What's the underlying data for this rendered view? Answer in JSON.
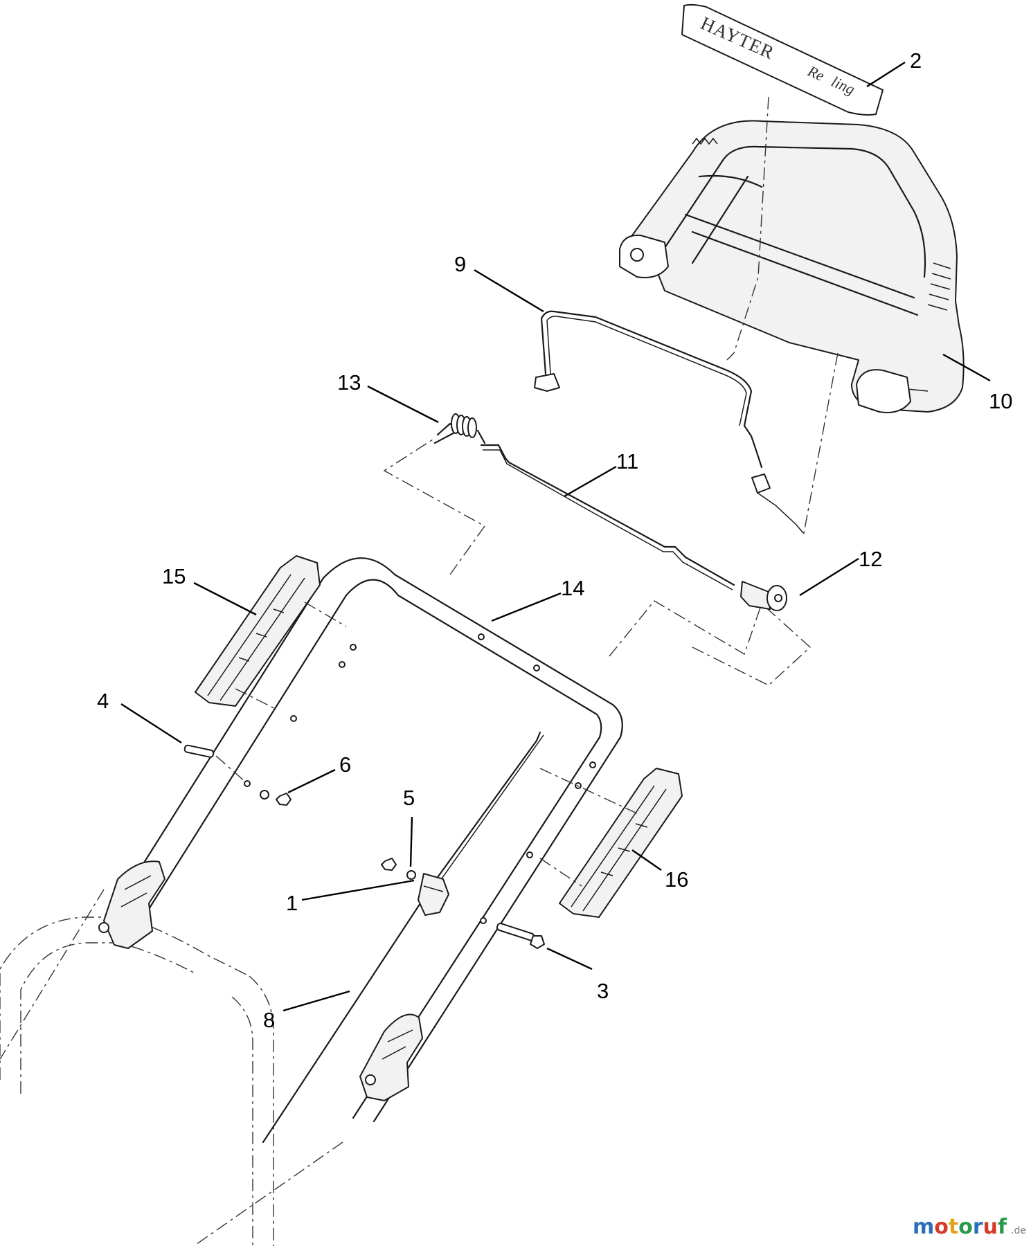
{
  "callouts": [
    {
      "id": "1",
      "label": "1"
    },
    {
      "id": "2",
      "label": "2"
    },
    {
      "id": "3",
      "label": "3"
    },
    {
      "id": "4",
      "label": "4"
    },
    {
      "id": "5",
      "label": "5"
    },
    {
      "id": "6",
      "label": "6"
    },
    {
      "id": "8",
      "label": "8"
    },
    {
      "id": "9",
      "label": "9"
    },
    {
      "id": "10",
      "label": "10"
    },
    {
      "id": "11",
      "label": "11"
    },
    {
      "id": "12",
      "label": "12"
    },
    {
      "id": "13",
      "label": "13"
    },
    {
      "id": "14",
      "label": "14"
    },
    {
      "id": "15",
      "label": "15"
    },
    {
      "id": "16",
      "label": "16"
    }
  ],
  "decal": {
    "brand": "HAYTER",
    "model": "Re",
    "model_tail": "ling"
  },
  "watermark": {
    "parts": [
      "m",
      "o",
      "t",
      "o",
      "r",
      "u",
      "f"
    ],
    "colors": [
      "#2a6fb8",
      "#d23b2a",
      "#e0a21a",
      "#2a9a4a",
      "#2a6fb8",
      "#d23b2a",
      "#2a9a4a"
    ],
    "suffix": ".de"
  }
}
